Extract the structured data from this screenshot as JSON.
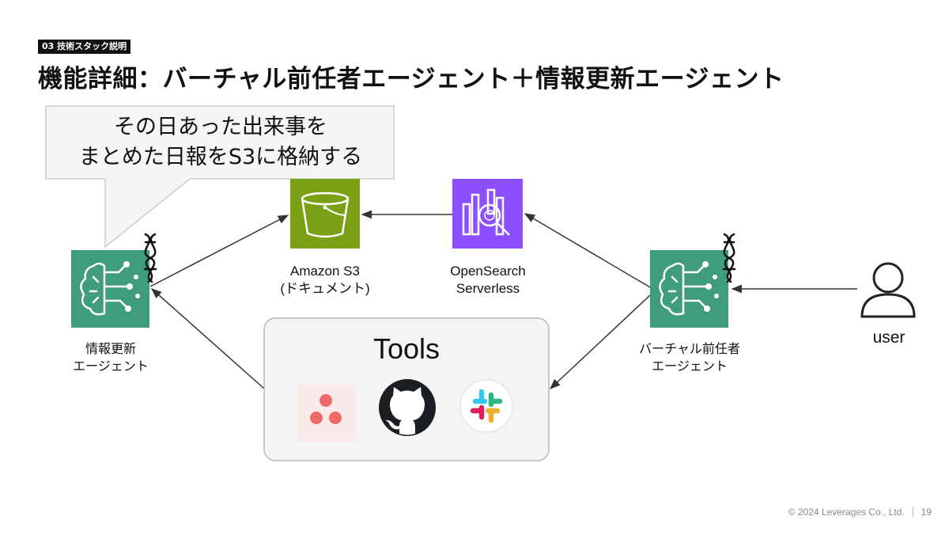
{
  "section_tag": "03 技術スタック説明",
  "title": "機能詳細：バーチャル前任者エージェント＋情報更新エージェント",
  "callout": {
    "line1": "その日あった出来事を",
    "line2": "まとめた日報をS3に格納する"
  },
  "nodes": {
    "update_agent": {
      "line1": "情報更新",
      "line2": "エージェント",
      "icon": "brain-circuit-icon"
    },
    "s3": {
      "line1": "Amazon S3",
      "line2": "(ドキュメント)",
      "icon": "bucket-icon"
    },
    "opensearch": {
      "line1": "OpenSearch",
      "line2": "Serverless",
      "icon": "search-analytics-icon"
    },
    "virtual_agent": {
      "line1": "バーチャル前任者",
      "line2": "エージェント",
      "icon": "brain-circuit-icon"
    },
    "user": {
      "label": "user",
      "icon": "user-icon"
    }
  },
  "tools": {
    "title": "Tools",
    "items": [
      {
        "icon": "asana-icon"
      },
      {
        "icon": "github-icon"
      },
      {
        "icon": "slack-icon"
      }
    ]
  },
  "footer": {
    "copyright": "© 2024 Leverages Co., Ltd.",
    "page": "19"
  },
  "colors": {
    "agent_green": "#3f9c7f",
    "s3_green": "#7aa116",
    "opensearch_purple": "#8c4fff",
    "asana_red": "#f06a6a",
    "tools_bg": "#f4f4f4"
  }
}
